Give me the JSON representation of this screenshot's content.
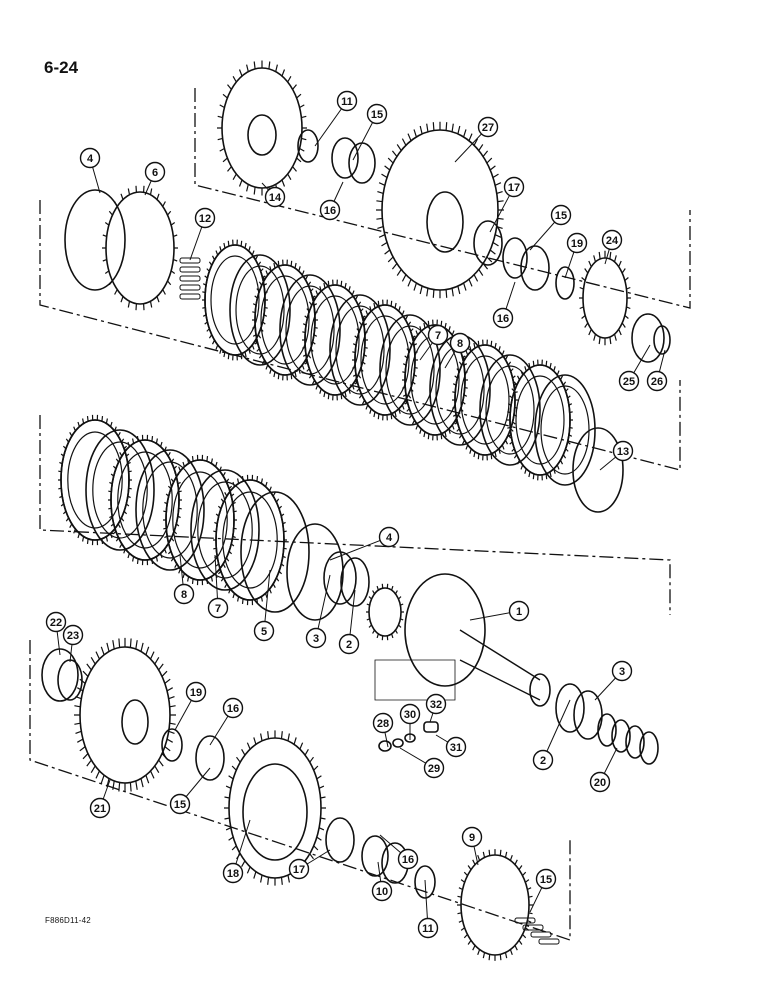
{
  "page": {
    "number": "6-24",
    "figure_code": "F886D11-42"
  },
  "callouts": [
    "11",
    "15",
    "27",
    "14",
    "16",
    "4",
    "6",
    "12",
    "17",
    "15",
    "19",
    "24",
    "16",
    "25",
    "26",
    "7",
    "8",
    "13",
    "8",
    "7",
    "5",
    "4",
    "3",
    "2",
    "1",
    "22",
    "23",
    "19",
    "16",
    "3",
    "32",
    "30",
    "28",
    "31",
    "29",
    "2",
    "20",
    "21",
    "15",
    "18",
    "17",
    "16",
    "10",
    "9",
    "15",
    "11"
  ]
}
